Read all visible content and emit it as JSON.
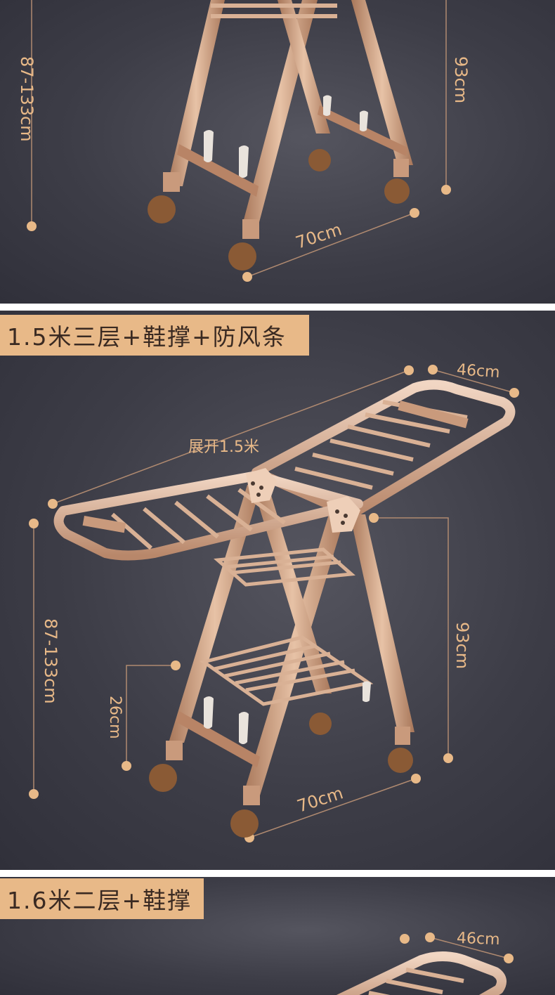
{
  "colors": {
    "accent": "#e8b988",
    "background": "#3d3d47",
    "frame": "#c99a7c",
    "wheel": "#8a5a35"
  },
  "panel1": {
    "height_label": "87-133cm",
    "side_height_label": "93cm",
    "width_label": "70cm"
  },
  "panel2": {
    "banner": "1.5米三层+鞋撑+防风条",
    "depth_label": "46cm",
    "span_label": "展开1.5米",
    "height_label": "87-133cm",
    "side_height_label": "93cm",
    "shelf_label": "26cm",
    "width_label": "70cm"
  },
  "panel3": {
    "banner": "1.6米二层+鞋撑",
    "depth_label": "46cm"
  }
}
